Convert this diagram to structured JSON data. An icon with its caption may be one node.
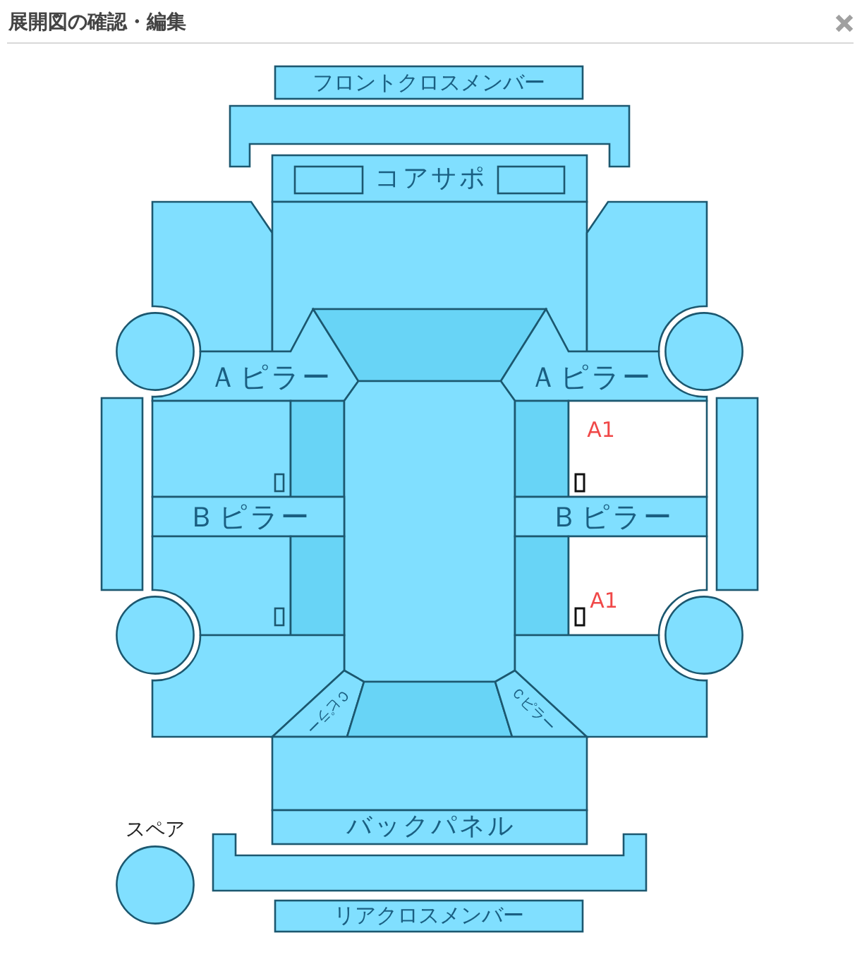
{
  "diagram": {
    "title": "展開図の確認・編集",
    "nodes": [
      {
        "text": [
          "フロントクロスメンバー"
        ]
      },
      {
        "text": [],
        "shape": "bar"
      },
      {
        "text": [
          "コアサポ"
        ]
      },
      {
        "text": [],
        "shape": "box",
        "in": 2
      },
      {
        "text": [],
        "shape": "box",
        "in": 2
      },
      {
        "text": [],
        "shape": "polygon"
      },
      {
        "text": [],
        "shape": "polygon"
      },
      {
        "text": [],
        "shape": "polygon"
      },
      {
        "text": [],
        "shape": "circle"
      },
      {
        "text": [
          "Ａピラー"
        ]
      },
      {
        "text": [],
        "shape": "trapezoid"
      },
      {
        "text": [
          "Ａピラー"
        ]
      },
      {
        "text": [],
        "shape": "circle"
      },
      {
        "text": [],
        "shape": "bar"
      },
      {
        "text": [],
        "shape": "box"
      },
      {
        "text": [],
        "shape": "box",
        "in": 14
      },
      {
        "text": [],
        "shape": "box"
      },
      {
        "text": [],
        "shape": "polygon"
      },
      {
        "text": [],
        "shape": "box"
      },
      {
        "text": [
          "A1"
        ]
      },
      {
        "text": [],
        "shape": "box",
        "in": 19
      },
      {
        "text": [],
        "shape": "bar"
      },
      {
        "text": [
          "Ｂピラー"
        ]
      },
      {
        "text": [
          "Ｂピラー"
        ]
      },
      {
        "text": [],
        "shape": "polygon"
      },
      {
        "text": [],
        "shape": "box",
        "in": 24
      },
      {
        "text": [],
        "shape": "box"
      },
      {
        "text": [],
        "shape": "box"
      },
      {
        "text": [
          "A1"
        ]
      },
      {
        "text": [],
        "shape": "box",
        "in": 28
      },
      {
        "text": [],
        "shape": "circle"
      },
      {
        "text": [],
        "shape": "circle"
      },
      {
        "text": [],
        "shape": "polygon"
      },
      {
        "text": [
          "Ｃピラー"
        ]
      },
      {
        "text": [],
        "shape": "trapezoid"
      },
      {
        "text": [
          "Ｃピラー"
        ]
      },
      {
        "text": [],
        "shape": "polygon"
      },
      {
        "text": [],
        "shape": "box"
      },
      {
        "text": [
          "バックパネル"
        ]
      },
      {
        "text": [
          "スペア"
        ]
      },
      {
        "text": [],
        "shape": "bar"
      },
      {
        "text": [
          "リアクロスメンバー"
        ]
      }
    ]
  }
}
